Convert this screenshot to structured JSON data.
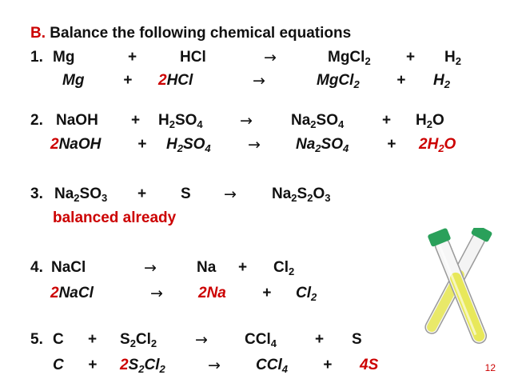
{
  "heading": {
    "letter": "B.",
    "text": "Balance the following chemical equations"
  },
  "problems": [
    {
      "number": "1.",
      "given": [
        "Mg",
        "+",
        "HCl",
        "→",
        "MgCl",
        "2",
        "+",
        "H",
        "2"
      ],
      "answer": [
        "Mg",
        "+",
        "2",
        "HCl",
        "→",
        "MgCl",
        "2",
        "+",
        "H",
        "2"
      ]
    },
    {
      "number": "2.",
      "given": [
        "NaOH",
        "+",
        "H",
        "2",
        "SO",
        "4",
        "→",
        "Na",
        "2",
        "SO",
        "4",
        "+",
        "H",
        "2",
        "O"
      ],
      "answer": [
        "2",
        "NaOH",
        "+",
        "H",
        "2",
        "SO",
        "4",
        "→",
        "Na",
        "2",
        "SO",
        "4",
        "+",
        "2",
        "H",
        "2",
        "O"
      ]
    },
    {
      "number": "3.",
      "given": [
        "Na",
        "2",
        "SO",
        "3",
        "+",
        "S",
        "→",
        "Na",
        "2",
        "S",
        "2",
        "O",
        "3"
      ],
      "note": "balanced already"
    },
    {
      "number": "4.",
      "given": [
        "NaCl",
        "→",
        "Na",
        "+",
        "Cl",
        "2"
      ],
      "answer": [
        "2",
        "NaCl",
        "→",
        "2",
        "Na",
        "+",
        "Cl",
        "2"
      ]
    },
    {
      "number": "5.",
      "given": [
        "C",
        "+",
        "S",
        "2",
        "Cl",
        "2",
        "→",
        "CCl",
        "4",
        "+",
        "S"
      ],
      "answer": [
        "C",
        "+",
        "2",
        "S",
        "2",
        "Cl",
        "2",
        "→",
        "CCl",
        "4",
        "+",
        "4",
        "S"
      ]
    }
  ],
  "page_number": "12",
  "colors": {
    "accent": "#cc0000",
    "text": "#111111",
    "tube_liquid": "#e8e85a",
    "tube_cap": "#2aa05a"
  },
  "icons": [
    "test-tubes-icon"
  ]
}
